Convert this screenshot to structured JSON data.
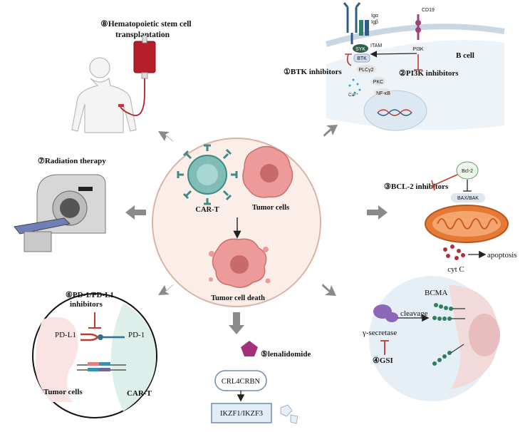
{
  "center": {
    "car_t_label": "CAR-T",
    "tumor_cells_label": "Tumor cells",
    "tumor_death_label": "Tumor cell death"
  },
  "hsct": {
    "title_line1": "⑧Hematopoietic stem cell",
    "title_line2": "transplantation"
  },
  "bcell": {
    "cd19": "CD19",
    "iga": "Igα",
    "igb": "Igβ",
    "itam": "ITAM",
    "syk": "SYK",
    "pi3k": "PI3K",
    "btk": "BTK",
    "plc": "PLCγ2",
    "pkc": "PKC",
    "nfkb": "NF-κB",
    "ca": "Ca²⁺",
    "b_cell_label": "B cell",
    "btk_inhibitors": "①BTK inhibitors",
    "pi3k_inhibitors": "②PI3K inhibitors"
  },
  "radiation": {
    "title": "⑦Radiation therapy"
  },
  "bcl2": {
    "title": "③BCL-2  inhibitors",
    "bcl2": "Bcl-2",
    "baxbak": "BAX/BAK",
    "cytc": "cyt C",
    "apoptosis": "apoptosis"
  },
  "pd1": {
    "title_line1": "⑥PD-1/PD-L1",
    "title_line2": "inhibitors",
    "pdl1": "PD-L1",
    "pd1": "PD-1",
    "tumor_cells": "Tumor cells",
    "car_t": "CAR-T"
  },
  "lenalidomide": {
    "title": "⑤lenalidomide",
    "crl": "CRL4CRBN",
    "ikzf": "IKZF1/IKZF3"
  },
  "gsi": {
    "bcma": "BCMA",
    "cleavage": "cleavage",
    "gamma": "γ-secretase",
    "gsi": "④GSI"
  },
  "colors": {
    "center_fill": "#fbeee8",
    "center_stroke": "#d9b3a6",
    "arrow_gray": "#8a8a8a",
    "car_t_teal": "#5fa6a0",
    "tumor_pink": "#e98c8c",
    "inhibitor_red": "#c0392b",
    "mito_orange": "#e47a35",
    "cell_blue": "#e6eef6"
  }
}
